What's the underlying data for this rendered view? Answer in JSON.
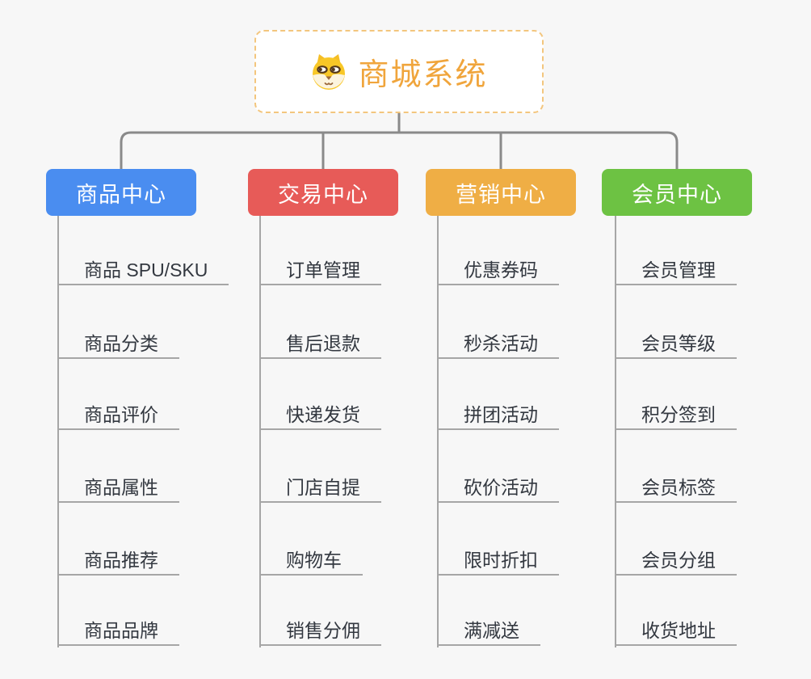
{
  "root": {
    "title": "商城系统",
    "icon": "dog-face-icon",
    "text_color": "#F0A53C",
    "border_color": "#F3C67E"
  },
  "colors": {
    "background": "#F7F7F7",
    "connector": "#8A8A8A",
    "underline": "#A6A6A6",
    "leaf_text": "#333840"
  },
  "branches": [
    {
      "label": "商品中心",
      "color": "#4A8DF0",
      "children": [
        "商品 SPU/SKU",
        "商品分类",
        "商品评价",
        "商品属性",
        "商品推荐",
        "商品品牌"
      ]
    },
    {
      "label": "交易中心",
      "color": "#E75B58",
      "children": [
        "订单管理",
        "售后退款",
        "快递发货",
        "门店自提",
        "购物车",
        "销售分佣"
      ]
    },
    {
      "label": "营销中心",
      "color": "#EFAE45",
      "children": [
        "优惠券码",
        "秒杀活动",
        "拼团活动",
        "砍价活动",
        "限时折扣",
        "满减送"
      ]
    },
    {
      "label": "会员中心",
      "color": "#6DC243",
      "children": [
        "会员管理",
        "会员等级",
        "积分签到",
        "会员标签",
        "会员分组",
        "收货地址"
      ]
    }
  ]
}
